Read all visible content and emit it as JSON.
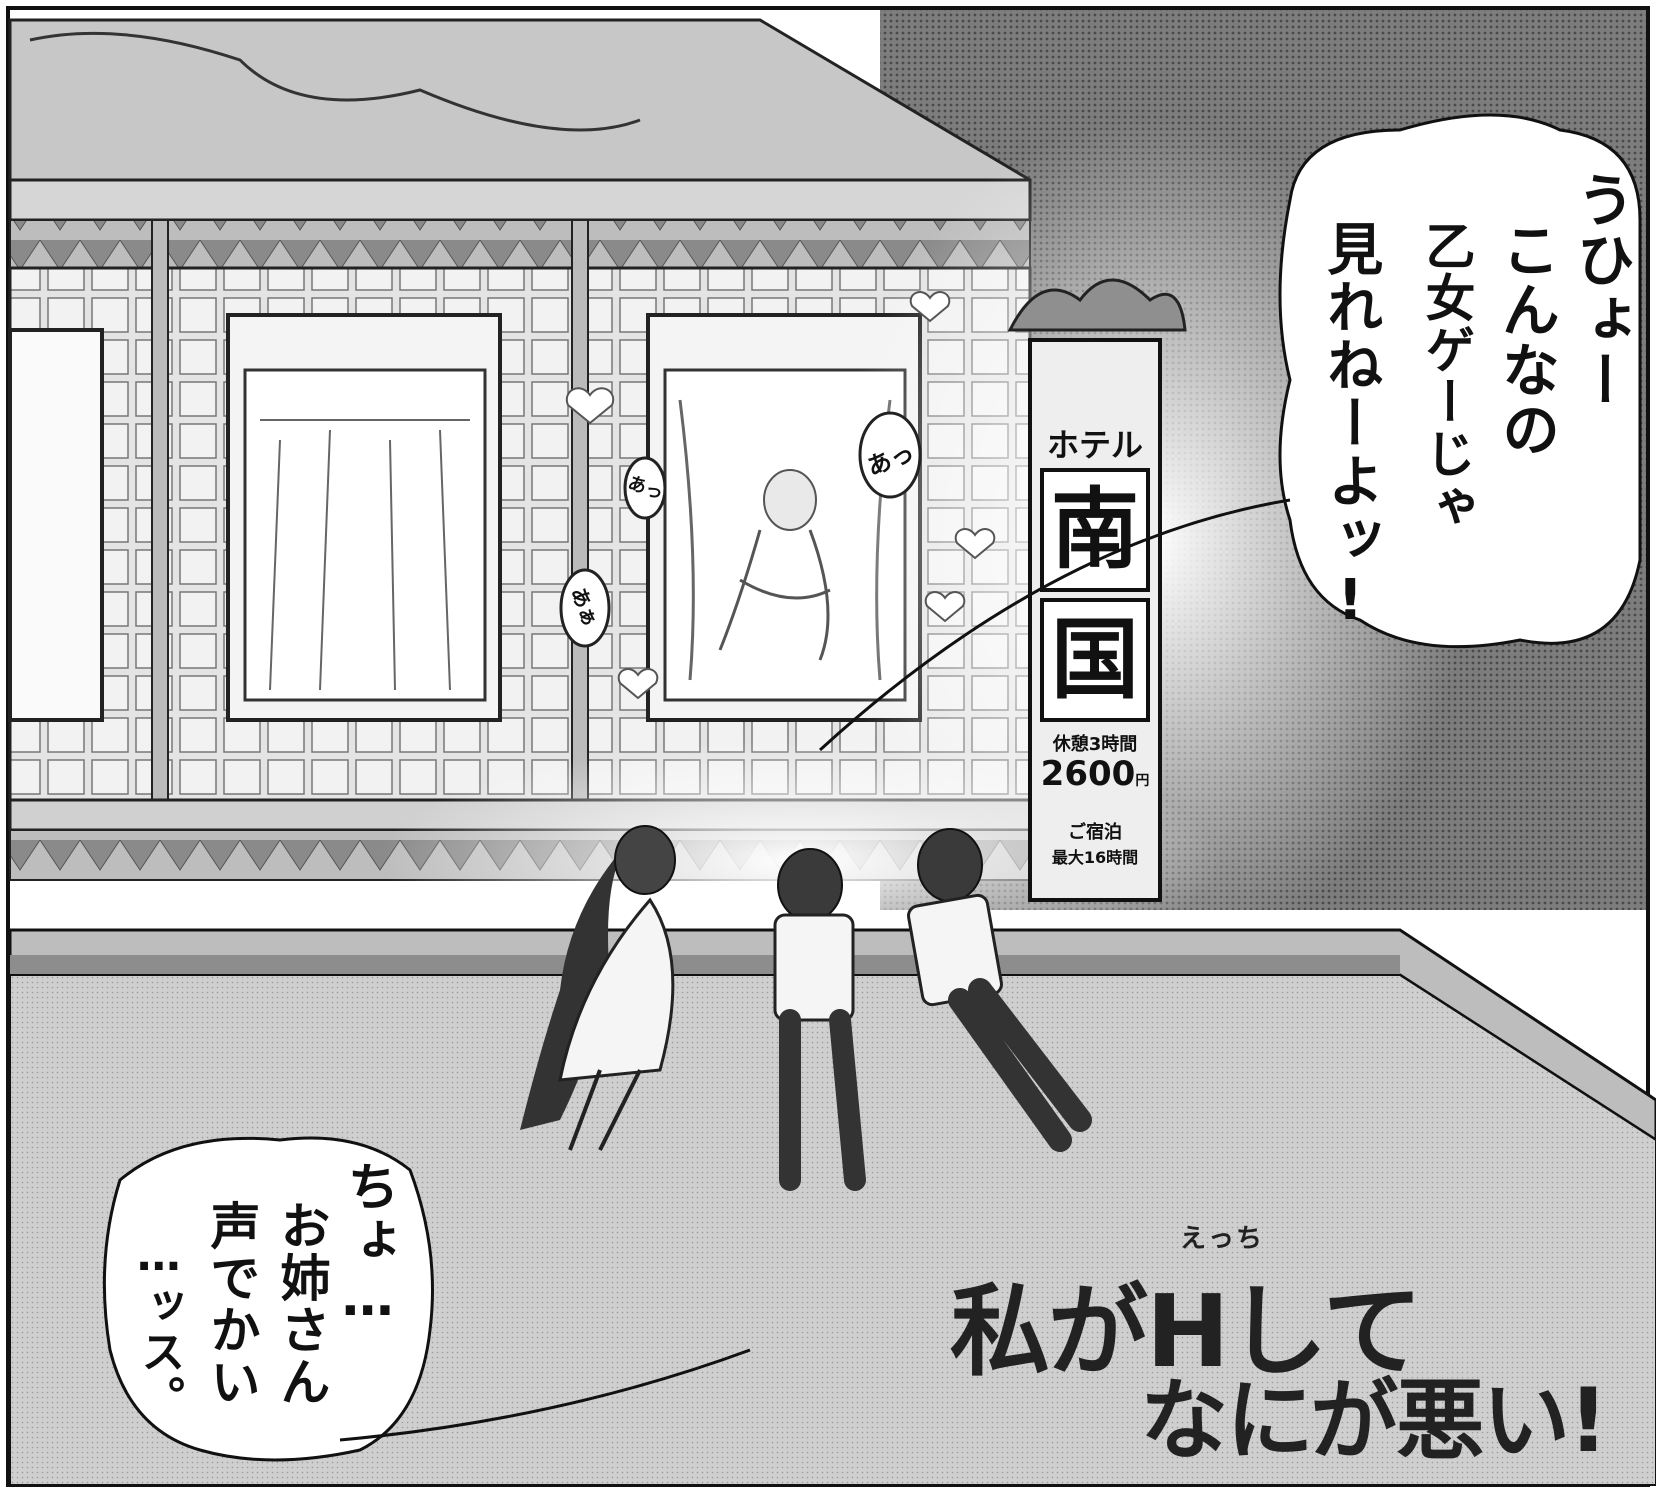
{
  "speech_top_right": {
    "lines": [
      "うひょー",
      "こんなの",
      "乙女ゲーじゃ",
      "見れねーよッ!"
    ]
  },
  "speech_bottom_left": {
    "lines": [
      "ちょ…",
      "お姉さん",
      "声でかい",
      "…ッス。"
    ]
  },
  "sign": {
    "hotel_label": "ホテル",
    "name_char_1": "南",
    "name_char_2": "国",
    "rest_line": "休憩3時間",
    "rest_price": "2600",
    "yen": "円",
    "stay_line": "ご宿泊",
    "stay_max": "最大16時間"
  },
  "sfx": [
    "あっ",
    "あっ",
    "あぁ"
  ],
  "title": {
    "furigana": "えっち",
    "line1": "私がHして",
    "line2": "なにが悪い!"
  },
  "colors": {
    "ink": "#111111",
    "screentone": "#9a9a9a",
    "floor": "#c9c9c9",
    "wall": "#dcdcdc"
  }
}
